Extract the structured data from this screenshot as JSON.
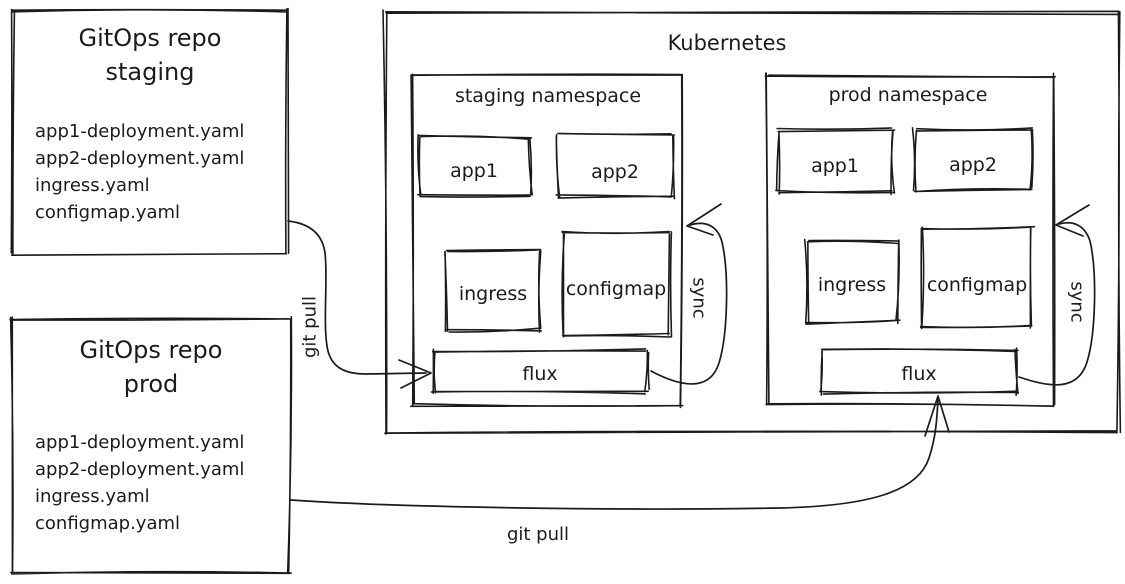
{
  "colors": {
    "stroke": "#1b1b1b",
    "background": "#ffffff"
  },
  "repos": {
    "staging": {
      "title_line1": "GitOps repo",
      "title_line2": "staging",
      "files": [
        "app1-deployment.yaml",
        "app2-deployment.yaml",
        "ingress.yaml",
        "configmap.yaml"
      ]
    },
    "prod": {
      "title_line1": "GitOps repo",
      "title_line2": "prod",
      "files": [
        "app1-deployment.yaml",
        "app2-deployment.yaml",
        "ingress.yaml",
        "configmap.yaml"
      ]
    }
  },
  "kubernetes": {
    "title": "Kubernetes",
    "namespaces": {
      "staging": {
        "label": "staging namespace",
        "resources": {
          "app1": "app1",
          "app2": "app2",
          "ingress": "ingress",
          "configmap": "configmap"
        },
        "operator_label": "flux",
        "sync_label": "sync"
      },
      "prod": {
        "label": "prod namespace",
        "resources": {
          "app1": "app1",
          "app2": "app2",
          "ingress": "ingress",
          "configmap": "configmap"
        },
        "operator_label": "flux",
        "sync_label": "sync"
      }
    }
  },
  "connections": {
    "staging_git_pull_label": "git pull",
    "prod_git_pull_label": "git pull"
  }
}
